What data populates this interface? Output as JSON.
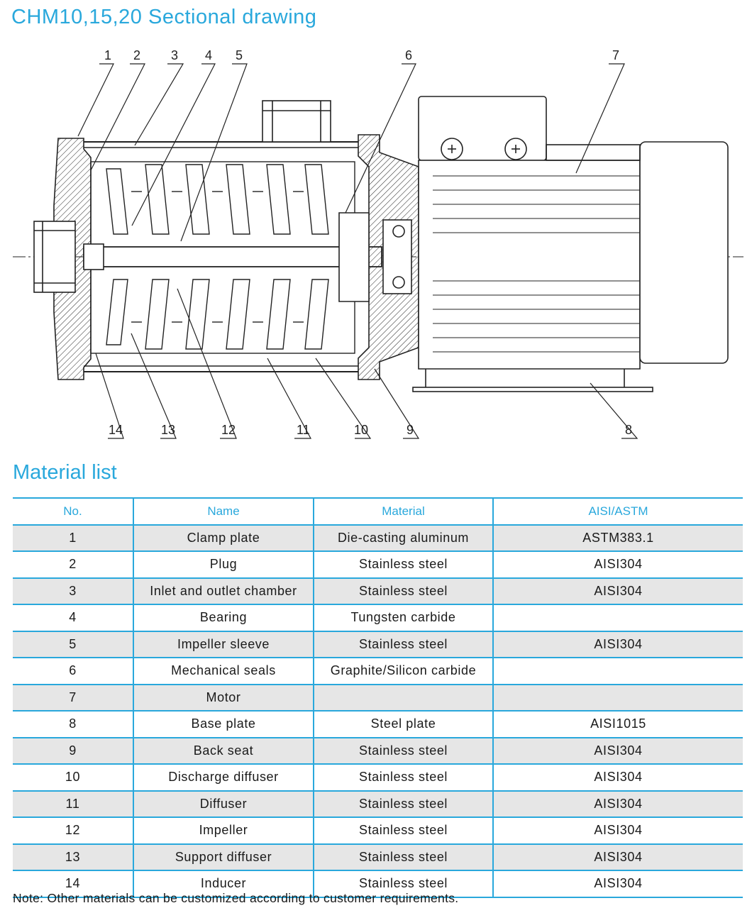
{
  "drawing": {
    "title": "CHM10,15,20 Sectional drawing",
    "callouts": [
      "1",
      "2",
      "3",
      "4",
      "5",
      "6",
      "7",
      "8",
      "9",
      "10",
      "11",
      "12",
      "13",
      "14"
    ]
  },
  "material_list": {
    "title": "Material list",
    "headers": [
      "No.",
      "Name",
      "Material",
      "AISI/ASTM"
    ],
    "rows": [
      [
        "1",
        "Clamp plate",
        "Die-casting aluminum",
        "ASTM383.1"
      ],
      [
        "2",
        "Plug",
        "Stainless steel",
        "AISI304"
      ],
      [
        "3",
        "Inlet and outlet chamber",
        "Stainless steel",
        "AISI304"
      ],
      [
        "4",
        "Bearing",
        "Tungsten carbide",
        ""
      ],
      [
        "5",
        "Impeller sleeve",
        "Stainless steel",
        "AISI304"
      ],
      [
        "6",
        "Mechanical seals",
        "Graphite/Silicon carbide",
        ""
      ],
      [
        "7",
        "Motor",
        "",
        ""
      ],
      [
        "8",
        "Base plate",
        "Steel plate",
        "AISI1015"
      ],
      [
        "9",
        "Back seat",
        "Stainless steel",
        "AISI304"
      ],
      [
        "10",
        "Discharge diffuser",
        "Stainless steel",
        "AISI304"
      ],
      [
        "11",
        "Diffuser",
        "Stainless steel",
        "AISI304"
      ],
      [
        "12",
        "Impeller",
        "Stainless steel",
        "AISI304"
      ],
      [
        "13",
        "Support diffuser",
        "Stainless steel",
        "AISI304"
      ],
      [
        "14",
        "Inducer",
        "Stainless steel",
        "AISI304"
      ]
    ]
  },
  "note": "Note: Other materials can be customized according to customer requirements."
}
